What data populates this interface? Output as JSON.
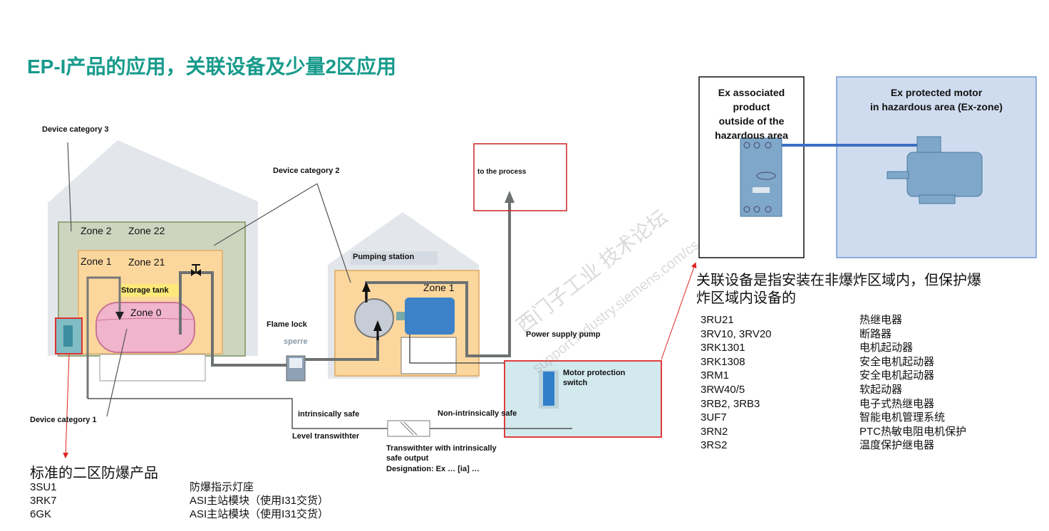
{
  "title": "EP-I产品的应用，关联设备及少量2区应用",
  "diagram": {
    "device_category_3": "Device category 3",
    "device_category_2": "Device category 2",
    "device_category_1": "Device category 1",
    "zone2": "Zone 2",
    "zone22": "Zone 22",
    "zone1": "Zone 1",
    "zone21": "Zone 21",
    "zone0": "Zone 0",
    "storage_tank": "Storage tank",
    "pumping_station": "Pumping station",
    "pump_zone": "Zone 1",
    "to_process": "to the process",
    "flame_lock": "Flame lock",
    "sperre": "sperre",
    "power_supply_pump": "Power supply pump",
    "motor_protection_switch": "Motor protection switch",
    "intrinsically_safe": "intrinsically safe",
    "non_intrinsically_safe": "Non-intrinsically safe",
    "level_transmitter": "Level transwithter",
    "transmitter_line1": "Transwithter with intrinsically",
    "transmitter_line2": "safe output",
    "designation": "Designation: Ex …  [ia] …",
    "watermark1": "西门子工业  技术论坛",
    "watermark2": "support.industry.siemens.com/cs"
  },
  "right_panel": {
    "box1_title": [
      "Ex associated product",
      "outside of the",
      "hazardous area"
    ],
    "box2_title": [
      "Ex protected motor",
      "in hazardous area (Ex-zone)"
    ],
    "heading": [
      "关联设备是指安装在非爆炸区域内，但保护爆",
      "炸区域内设备的"
    ],
    "products": [
      {
        "code": "3RU21",
        "desc": "热继电器"
      },
      {
        "code": "3RV10, 3RV20",
        "desc": "断路器"
      },
      {
        "code": "3RK1301",
        "desc": "电机起动器"
      },
      {
        "code": "3RK1308",
        "desc": "安全电机起动器"
      },
      {
        "code": "3RM1",
        "desc": "安全电机起动器"
      },
      {
        "code": "3RW40/5",
        "desc": "软起动器"
      },
      {
        "code": "3RB2, 3RB3",
        "desc": "电子式热继电器"
      },
      {
        "code": "3UF7",
        "desc": "智能电机管理系统"
      },
      {
        "code": "3RN2",
        "desc": "PTC热敏电阻电机保护"
      },
      {
        "code": "3RS2",
        "desc": "温度保护继电器"
      }
    ]
  },
  "bottom_left": {
    "heading": "标准的二区防爆产品",
    "products": [
      {
        "code": "3SU1",
        "desc": "防爆指示灯座"
      },
      {
        "code": "3RK7",
        "desc": "ASI主站模块（使用I31交货）"
      },
      {
        "code": "6GK",
        "desc": "ASI主站模块（使用I31交货）"
      }
    ]
  }
}
